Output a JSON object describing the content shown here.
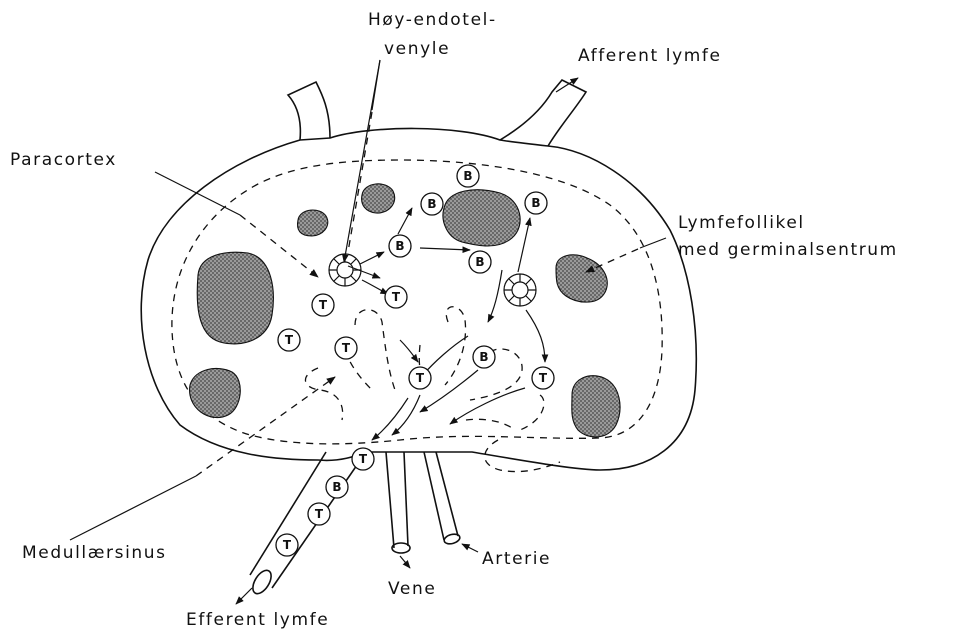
{
  "labels": {
    "hev_line1": "Høy-endotel-",
    "hev_line2": "venyle",
    "afferent": "Afferent lymfe",
    "paracortex": "Paracortex",
    "follicle_line1": "Lymfefollikel",
    "follicle_line2": "med germinalsentrum",
    "medullary": "Medullærsinus",
    "efferent": "Efferent lymfe",
    "vein": "Vene",
    "artery": "Arterie"
  },
  "cells": {
    "t": "T",
    "b": "B"
  }
}
